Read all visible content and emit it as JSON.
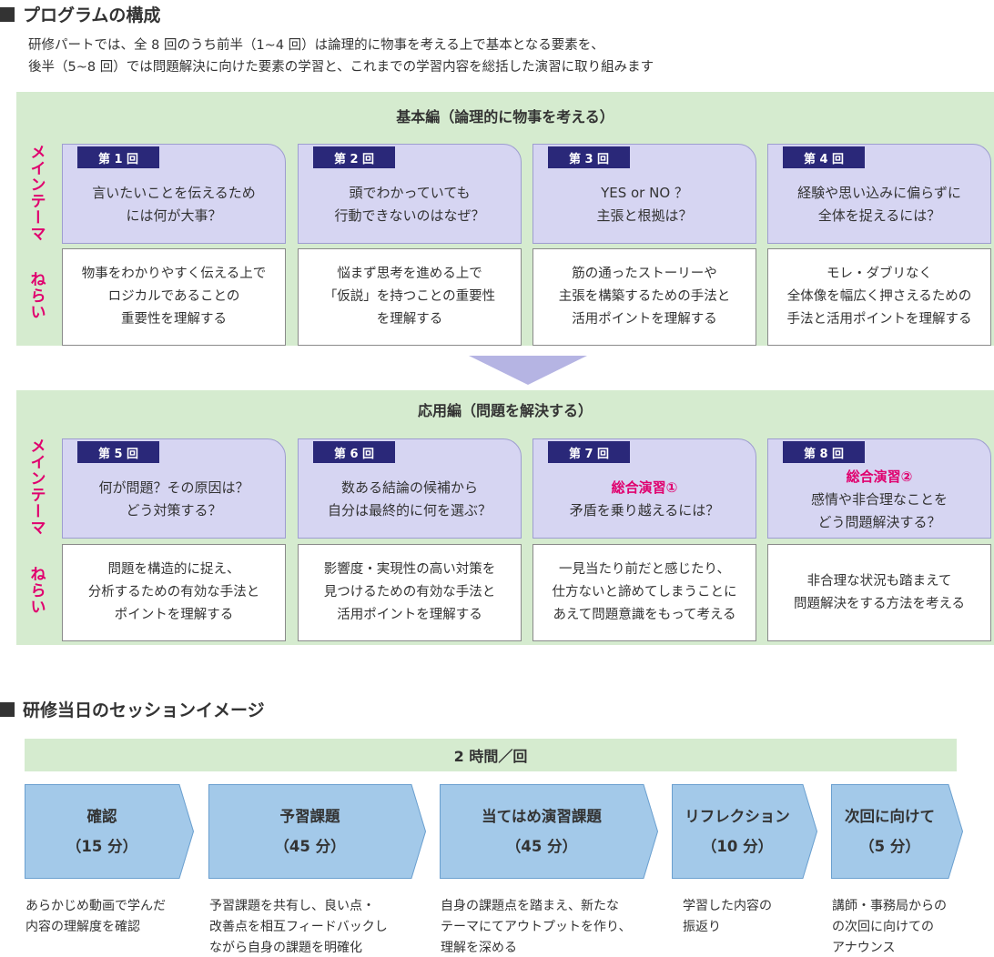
{
  "section1": {
    "title": "プログラムの構成",
    "intro_line1": "研修パートでは、全 8 回のうち前半（1~4 回）は論理的に物事を考える上で基本となる要素を、",
    "intro_line2": "後半（5~8 回）では問題解決に向けた要素の学習と、これまでの学習内容を総括した演習に取り組みます"
  },
  "side_labels": {
    "theme": "メインテーマ",
    "aim": "ねらい"
  },
  "basic": {
    "title": "基本編（論理的に物事を考える）",
    "sessions": [
      {
        "num": "第 1 回",
        "theme": [
          "言いたいことを伝えるため",
          "には何が大事？"
        ],
        "aim": [
          "物事をわかりやすく伝える上で",
          "ロジカルであることの",
          "重要性を理解する"
        ]
      },
      {
        "num": "第 2 回",
        "theme": [
          "頭でわかっていても",
          "行動できないのはなぜ？"
        ],
        "aim": [
          "悩まず思考を進める上で",
          "「仮説」を持つことの重要性",
          "を理解する"
        ]
      },
      {
        "num": "第 3 回",
        "theme": [
          "YES or NO ？",
          "主張と根拠は？"
        ],
        "aim": [
          "筋の通ったストーリーや",
          "主張を構築するための手法と",
          "活用ポイントを理解する"
        ]
      },
      {
        "num": "第 4 回",
        "theme": [
          "経験や思い込みに偏らずに",
          "全体を捉えるには？"
        ],
        "aim": [
          "モレ・ダブリなく",
          "全体像を幅広く押さえるための",
          "手法と活用ポイントを理解する"
        ]
      }
    ]
  },
  "applied": {
    "title": "応用編（問題を解決する）",
    "sessions": [
      {
        "num": "第 5 回",
        "highlight": "",
        "theme": [
          "何が問題？その原因は？",
          "どう対策する？"
        ],
        "aim": [
          "問題を構造的に捉え、",
          "分析するための有効な手法と",
          "ポイントを理解する"
        ]
      },
      {
        "num": "第 6 回",
        "highlight": "",
        "theme": [
          "数ある結論の候補から",
          "自分は最終的に何を選ぶ？"
        ],
        "aim": [
          "影響度・実現性の高い対策を",
          "見つけるための有効な手法と",
          "活用ポイントを理解する"
        ]
      },
      {
        "num": "第 7 回",
        "highlight": "総合演習①",
        "theme": [
          "矛盾を乗り越えるには？"
        ],
        "aim": [
          "一見当たり前だと感じたり、",
          "仕方ないと諦めてしまうことに",
          "あえて問題意識をもって考える"
        ]
      },
      {
        "num": "第 8 回",
        "highlight": "総合演習②",
        "theme": [
          "感情や非合理なことを",
          "どう問題解決する？"
        ],
        "aim": [
          "非合理な状況も踏まえて",
          "問題解決をする方法を考える"
        ]
      }
    ]
  },
  "section2": {
    "title": "研修当日のセッションイメージ",
    "duration": "2 時間／回",
    "steps": [
      {
        "name": "確認",
        "time": "（15 分）",
        "desc": [
          "あらかじめ動画で学んだ",
          "内容の理解度を確認"
        ]
      },
      {
        "name": "予習課題",
        "time": "（45 分）",
        "desc": [
          "予習課題を共有し、良い点・",
          "改善点を相互フィードバックし",
          "ながら自身の課題を明確化"
        ]
      },
      {
        "name": "当てはめ演習課題",
        "time": "（45 分）",
        "desc": [
          "自身の課題点を踏まえ、新たな",
          "テーマにてアウトプットを作り、",
          "理解を深める"
        ]
      },
      {
        "name": "リフレクション",
        "time": "（10 分）",
        "desc": [
          "学習した内容の",
          "振返り"
        ]
      },
      {
        "name": "次回に向けて",
        "time": "（5 分）",
        "desc": [
          "講師・事務局からの",
          "の次回に向けての",
          "アナウンス"
        ]
      }
    ]
  },
  "colors": {
    "band": "#d5ebcf",
    "card": "#d6d5f2",
    "badge": "#2a2879",
    "accent": "#e0006e",
    "step": "#a3c9e9",
    "arrow": "#b5b4e3"
  }
}
